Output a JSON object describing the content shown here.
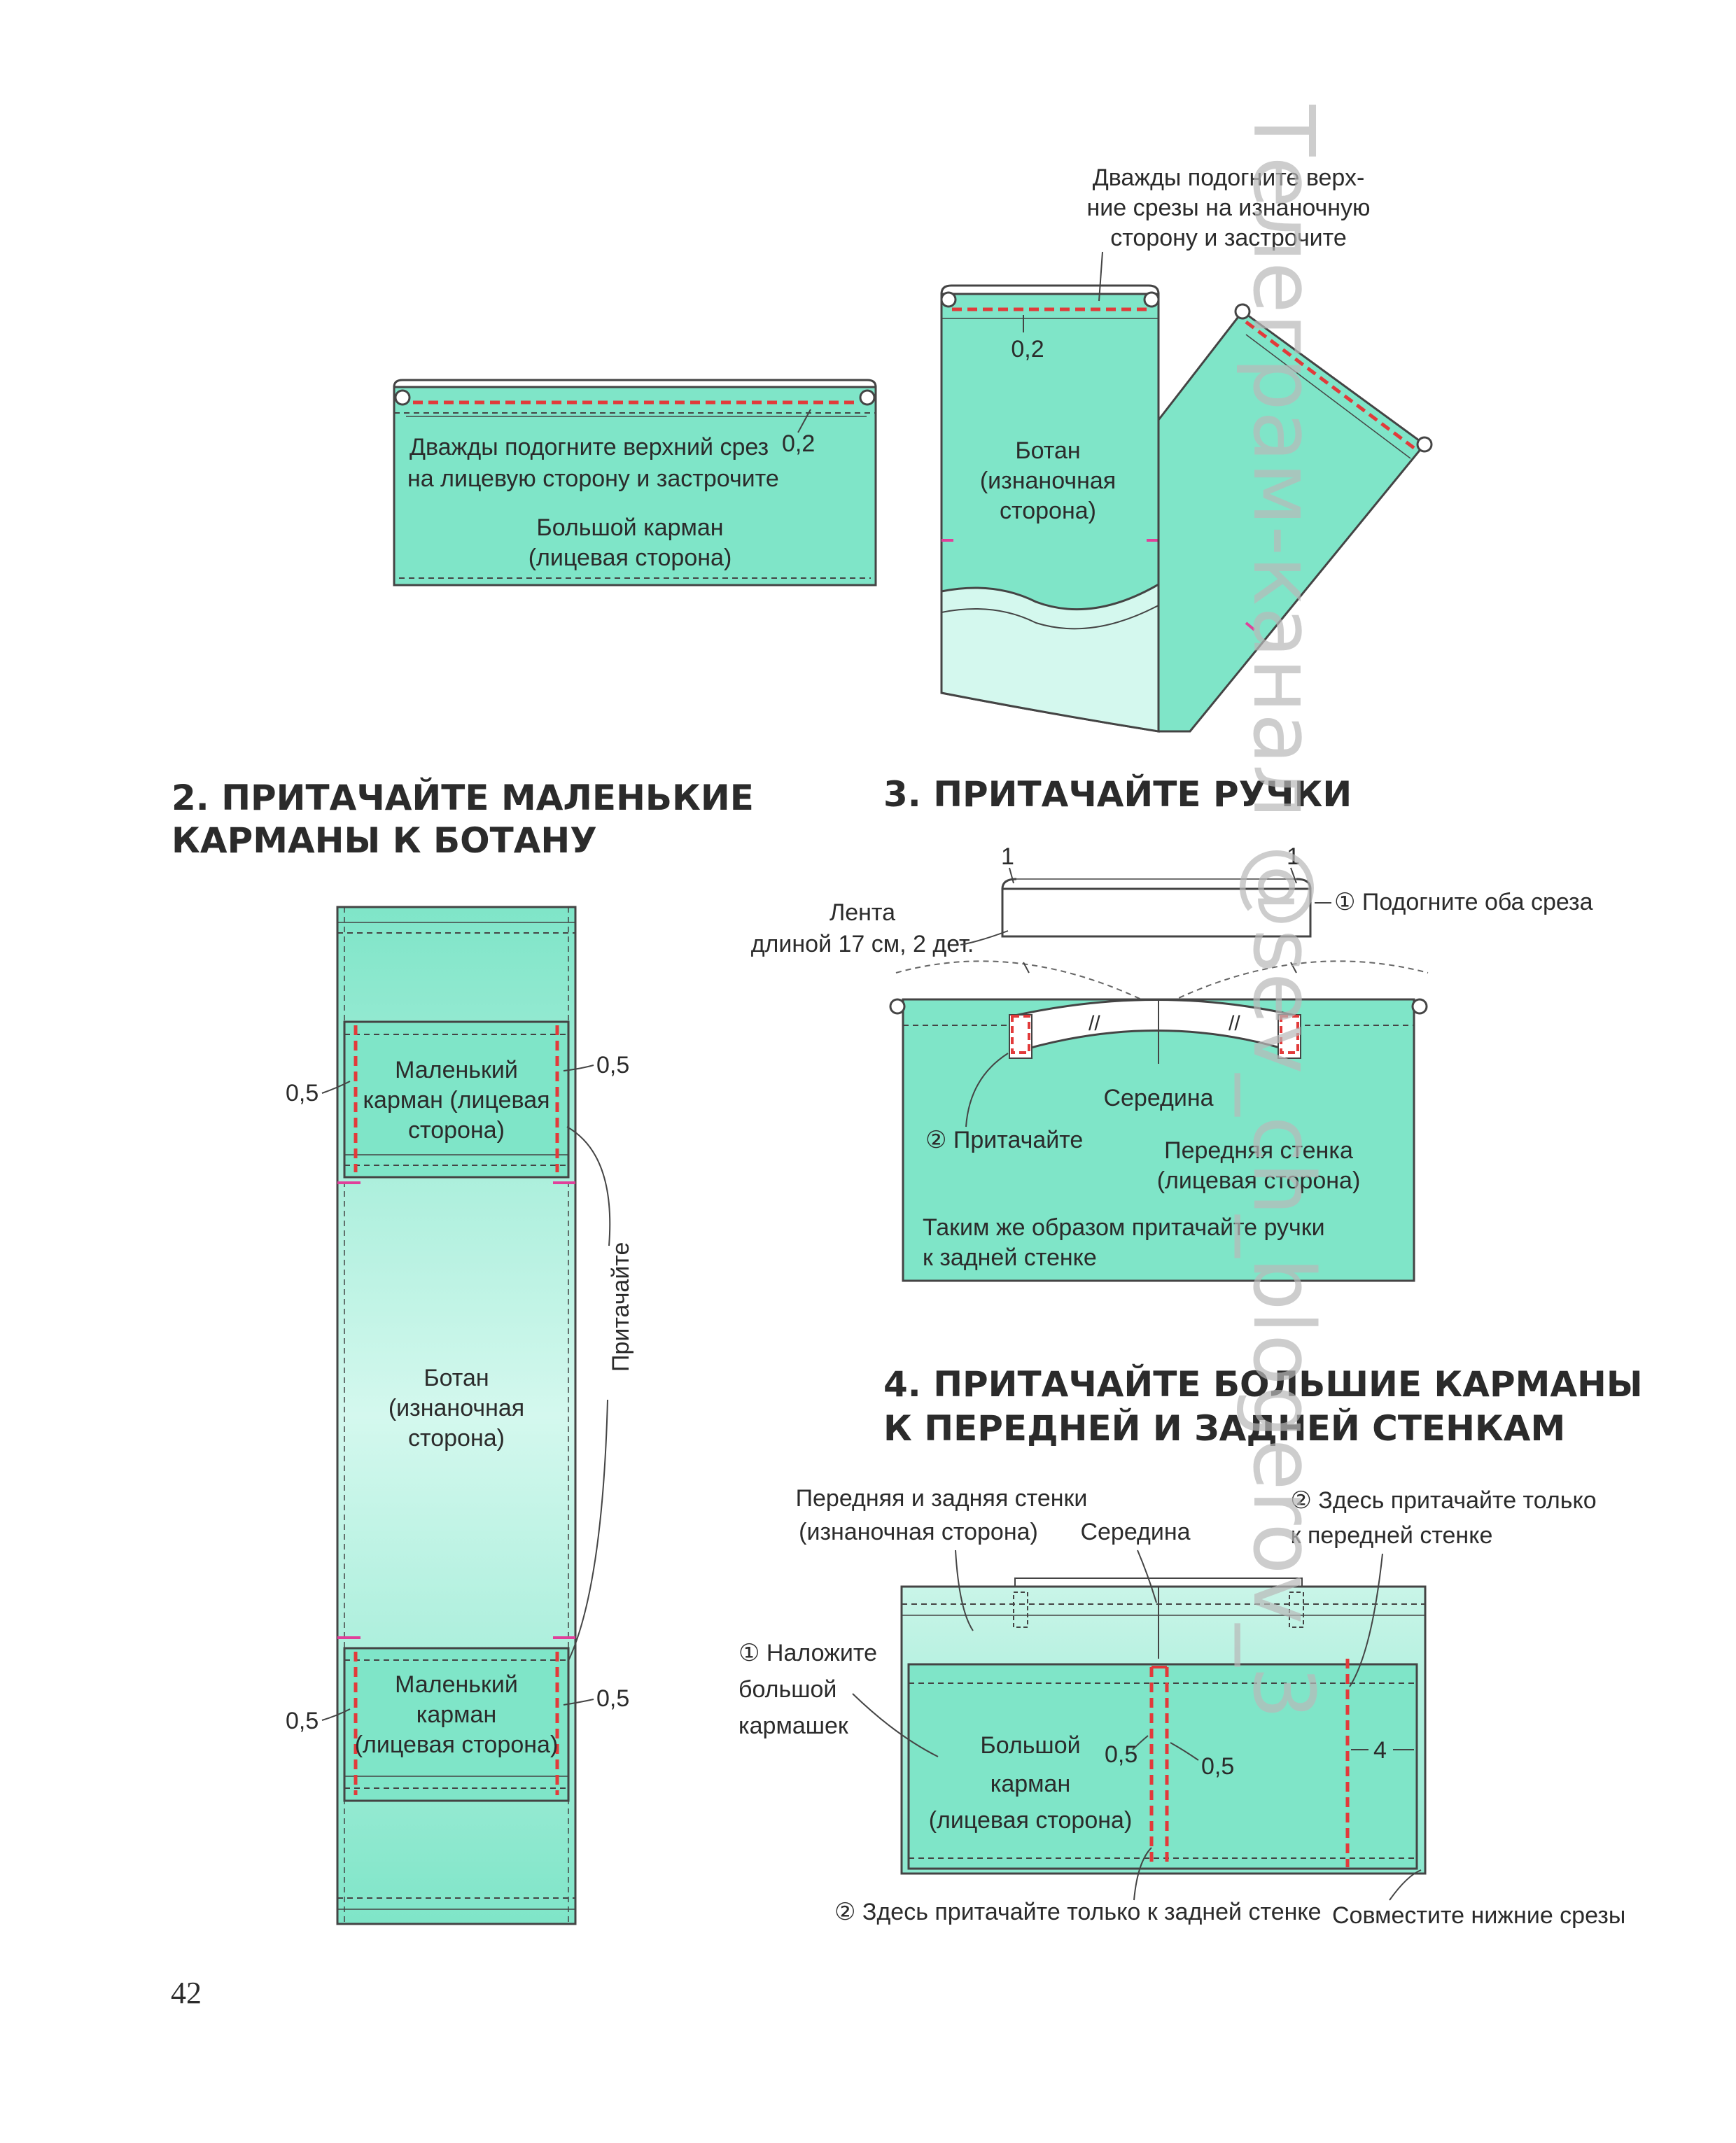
{
  "page_number": "42",
  "watermark": "Телеграм-канал @sev_ch_blogerov_3",
  "colors": {
    "fabric": "#7fe5c8",
    "fabric_light": "#c9f5e8",
    "stitch": "#e23a3a",
    "mark": "#e0409a",
    "outline": "#444444"
  },
  "fig1": {
    "pocket_note_1": "Дважды подогните верхний срез",
    "pocket_note_2": "на лицевую сторону и застрочите",
    "pocket_margin": "0,2",
    "pocket_title_1": "Большой карман",
    "pocket_title_2": "(лицевая сторона)",
    "top_note_1": "Дважды подогните верх-",
    "top_note_2": "ние срезы на изнаночную",
    "top_note_3": "сторону и застрочите",
    "bottom_margin": "0,2",
    "bottom_title_1": "Ботан",
    "bottom_title_2": "(изнаночная",
    "bottom_title_3": "сторона)"
  },
  "step2": {
    "heading_1": "2. ПРИТАЧАЙТЕ МАЛЕНЬКИЕ",
    "heading_2": "КАРМАНЫ К БОТАНУ",
    "small_pocket_top_1": "Маленький",
    "small_pocket_top_2": "карман (лицевая",
    "small_pocket_top_3": "сторона)",
    "margin_left_top": "0,5",
    "margin_right_top": "0,5",
    "center_1": "Ботан",
    "center_2": "(изнаночная",
    "center_3": "сторона)",
    "side_label": "Притачайте",
    "small_pocket_bottom_1": "Маленький",
    "small_pocket_bottom_2": "карман",
    "small_pocket_bottom_3": "(лицевая сторона)",
    "margin_left_bottom": "0,5",
    "margin_right_bottom": "0,5"
  },
  "step3": {
    "heading": "3. ПРИТАЧАЙТЕ РУЧКИ",
    "fold_1": "1",
    "fold_2": "1",
    "tape_1": "Лента",
    "tape_2": "длиной 17 см, 2 дет.",
    "fold_note": "① Подогните оба среза",
    "middle": "Середина",
    "attach": "② Притачайте",
    "front_1": "Передняя стенка",
    "front_2": "(лицевая сторона)",
    "same_1": "Таким же образом притачайте ручки",
    "same_2": "к задней стенке",
    "equal_1": "//",
    "equal_2": "//"
  },
  "step4": {
    "heading_1": "4. ПРИТАЧАЙТЕ БОЛЬШИЕ КАРМАНЫ",
    "heading_2": "К ПЕРЕДНЕЙ И ЗАДНЕЙ СТЕНКАМ",
    "walls_1": "Передняя и задняя стенки",
    "walls_2": "(изнаночная сторона)",
    "middle": "Середина",
    "front_only_1": "② Здесь притачайте только",
    "front_only_2": "к передней стенке",
    "overlay_1": "① Наложите",
    "overlay_2": "большой",
    "overlay_3": "кармашек",
    "pocket_1": "Большой",
    "pocket_2": "карман",
    "pocket_3": "(лицевая сторона)",
    "m1": "0,5",
    "m2": "0,5",
    "m3": "4",
    "back_only": "② Здесь притачайте только к задней стенке",
    "align": "Совместите нижние срезы"
  }
}
